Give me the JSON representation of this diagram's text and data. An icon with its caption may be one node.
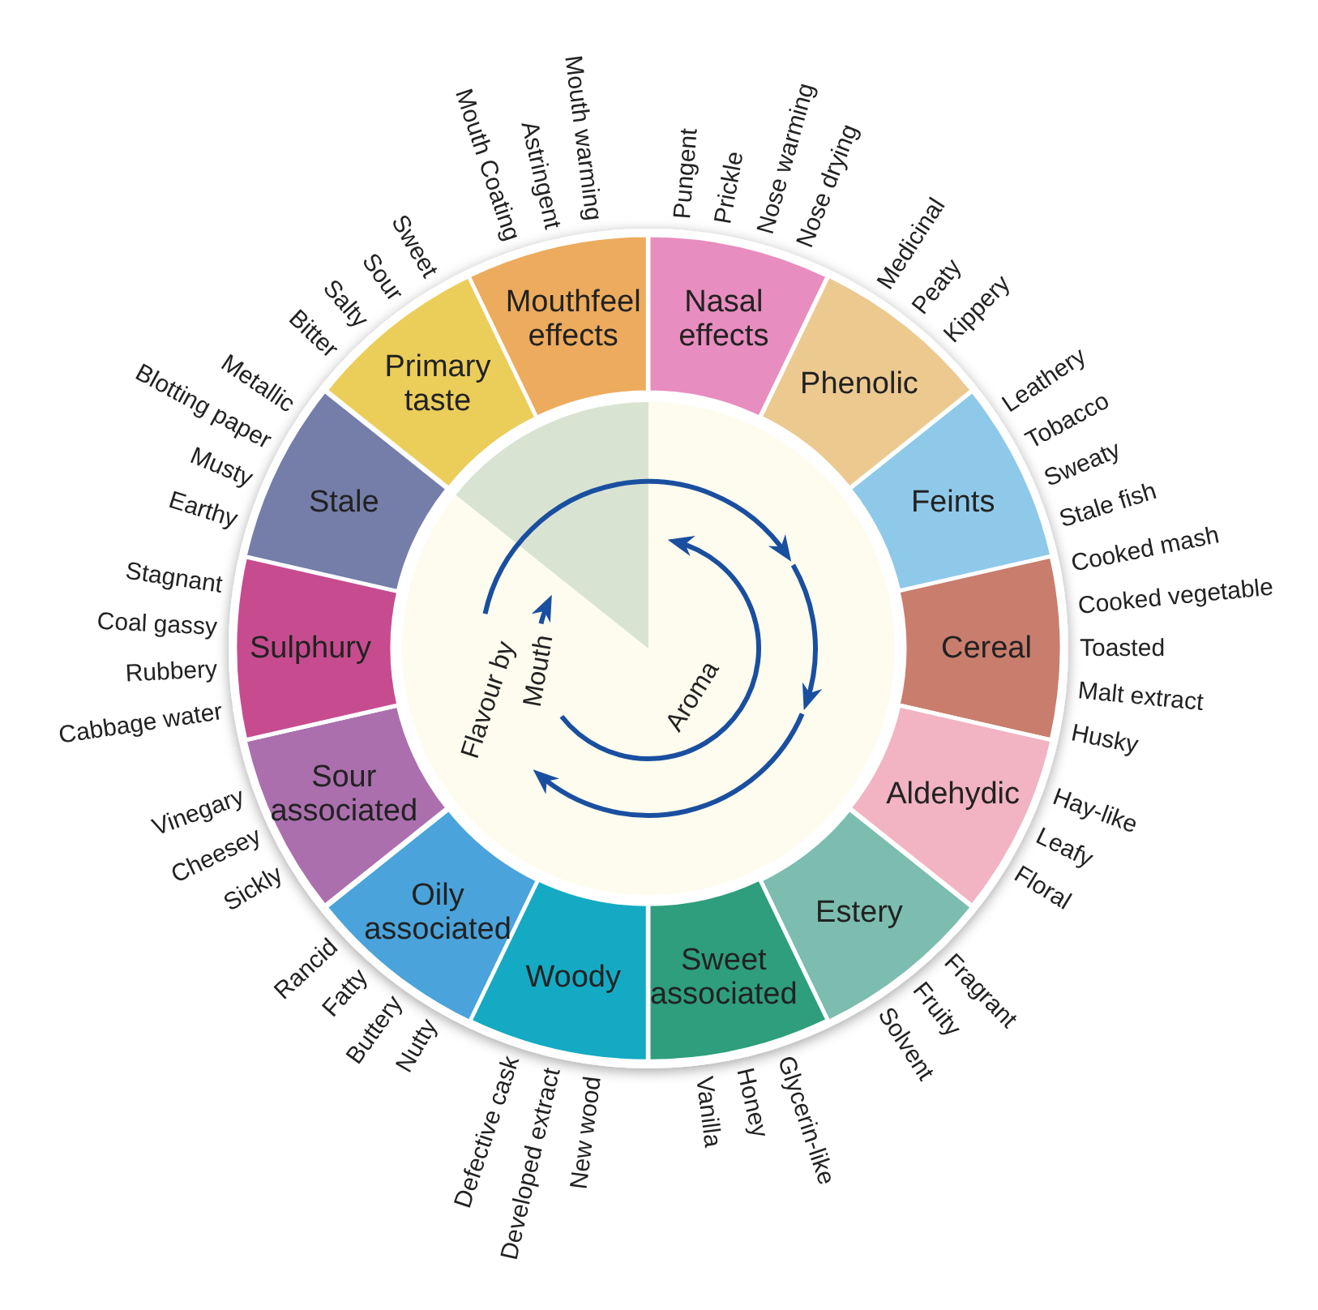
{
  "diagram": {
    "nodes": [
      {
        "text": [
          "Nasal effects"
        ],
        "beside": [
          "Pungent",
          "Prickle",
          "Nose warming",
          "Nose drying"
        ]
      },
      {
        "text": [
          "Phenolic"
        ],
        "beside": [
          "Medicinal",
          "Peaty",
          "Kippery"
        ]
      },
      {
        "text": [
          "Feints"
        ],
        "beside": [
          "Leathery",
          "Tobacco",
          "Sweaty",
          "Stale fish"
        ]
      },
      {
        "text": [
          "Cereal"
        ],
        "beside": [
          "Cooked mash",
          "Cooked vegetable",
          "Toasted",
          "Malt extract",
          "Husky"
        ]
      },
      {
        "text": [
          "Aldehydic"
        ],
        "beside": [
          "Hay-like",
          "Leafy",
          "Floral"
        ]
      },
      {
        "text": [
          "Estery"
        ],
        "beside": [
          "Fragrant",
          "Fruity",
          "Solvent"
        ]
      },
      {
        "text": [
          "Sweet associated"
        ],
        "beside": [
          "Glycerin-like",
          "Honey",
          "Vanilla"
        ]
      },
      {
        "text": [
          "Woody"
        ],
        "beside": [
          "Defective cask",
          "Developed extract",
          "New wood"
        ]
      },
      {
        "text": [
          "Oily associated"
        ],
        "beside": [
          "Rancid",
          "Fatty",
          "Buttery",
          "Nutty"
        ]
      },
      {
        "text": [
          "Sour associated"
        ],
        "beside": [
          "Vinegary",
          "Cheesey",
          "Sickly"
        ]
      },
      {
        "text": [
          "Sulphury"
        ],
        "beside": [
          "Stagnant",
          "Coal gassy",
          "Rubbery",
          "Cabbage water"
        ]
      },
      {
        "text": [
          "Stale"
        ],
        "beside": [
          "Metallic",
          "Blotting paper",
          "Musty",
          "Earthy"
        ]
      },
      {
        "text": [
          "Primary taste"
        ],
        "beside": [
          "Sweet",
          "Sour",
          "Salty",
          "Bitter"
        ]
      },
      {
        "text": [
          "Mouthfeel effects"
        ],
        "beside": [
          "Mouth warming",
          "Astringent",
          "Mouth Coating"
        ]
      }
    ],
    "labels": [
      "Flavour by",
      "Mouth",
      "Aroma"
    ]
  }
}
